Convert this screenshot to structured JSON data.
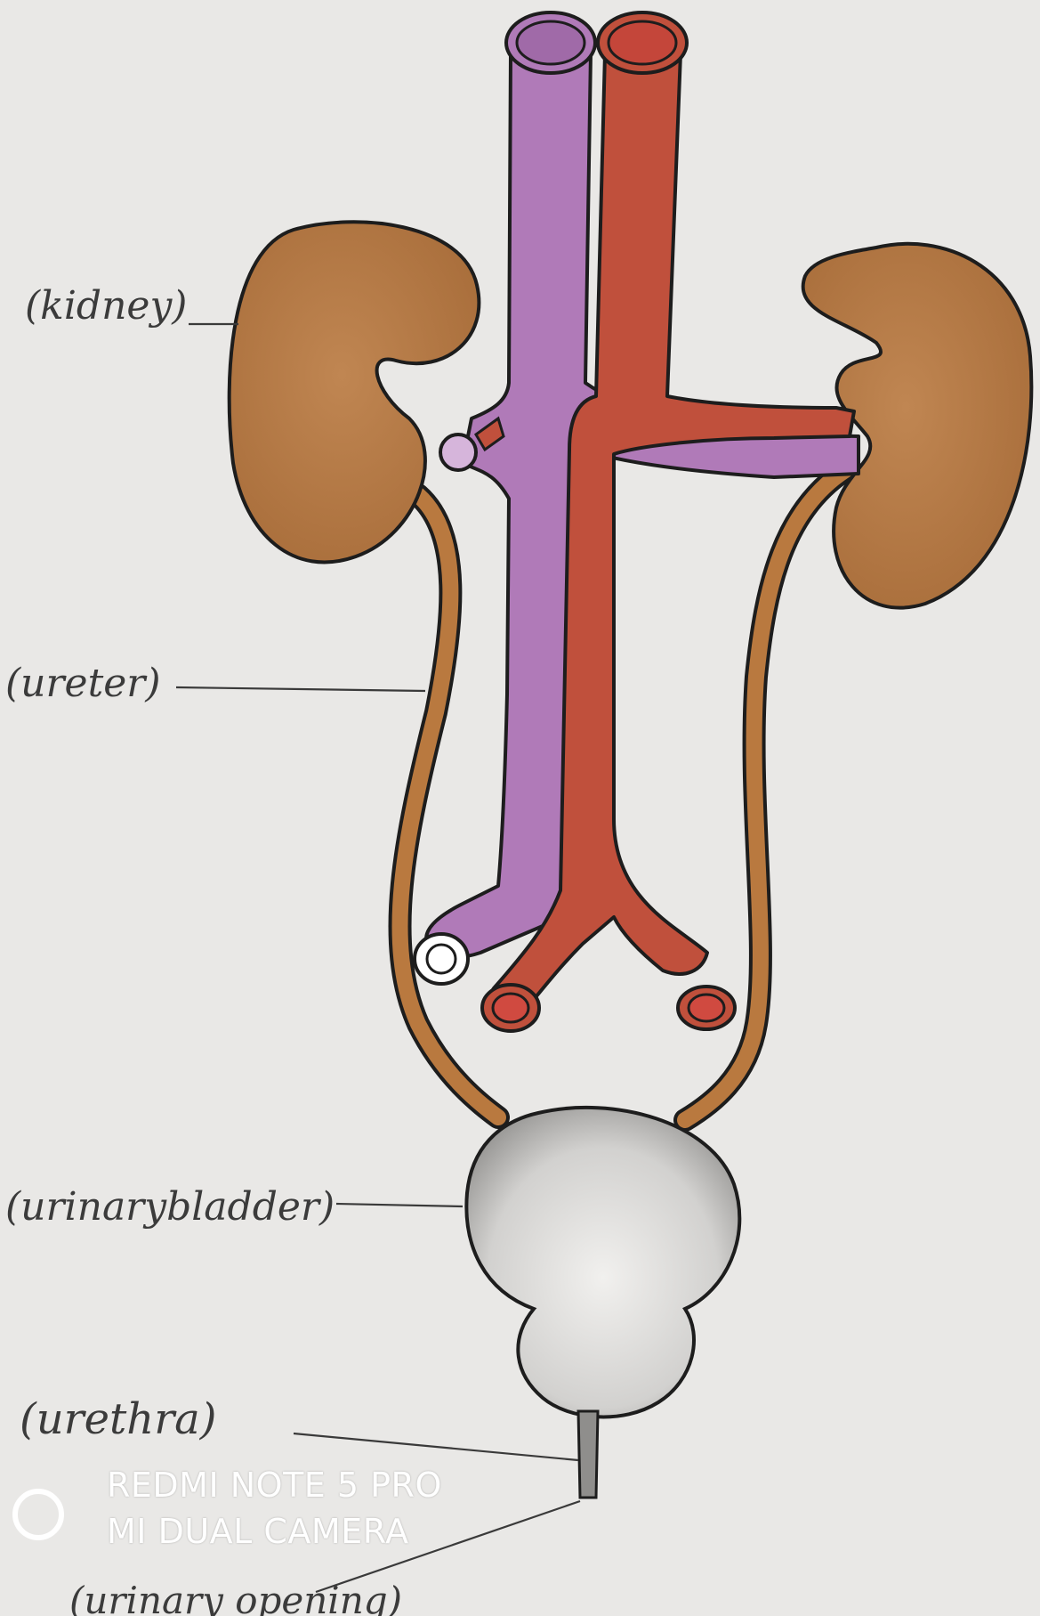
{
  "labels": {
    "kidney": "(kidney)",
    "ureter": "(ureter)",
    "urinary_bladder": "(urinarybladder)",
    "urethra": "(urethra)",
    "urinary_opening": "(urinary opening)"
  },
  "watermark": {
    "line1": "REDMI NOTE 5 PRO",
    "line2": "MI DUAL CAMERA"
  },
  "colors": {
    "paper": "#e9e8e6",
    "kidney": "#b47a45",
    "ureter": "#b9793f",
    "vein": "#b07ab8",
    "artery": "#c0503c",
    "bladder": "#d8d7d5",
    "outline": "#1d1d1d"
  }
}
